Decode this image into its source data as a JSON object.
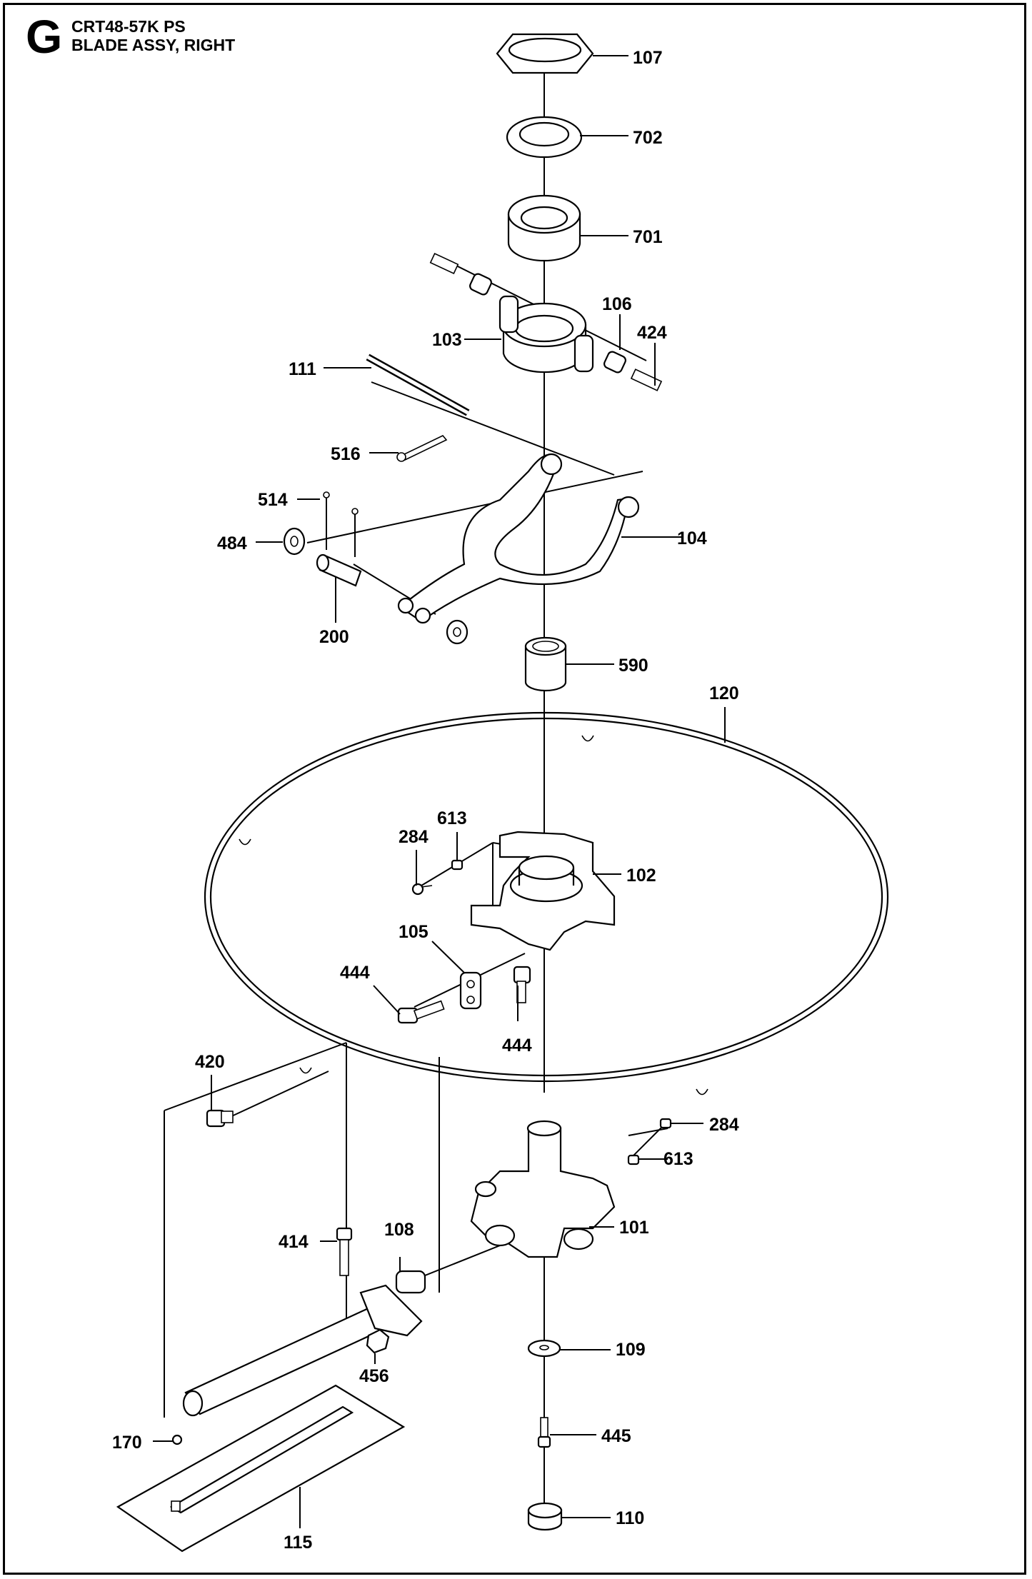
{
  "header": {
    "section_letter": "G",
    "model": "CRT48-57K PS",
    "assembly": "BLADE ASSY, RIGHT"
  },
  "parts": [
    {
      "key": "p107",
      "label": "107"
    },
    {
      "key": "p702",
      "label": "702"
    },
    {
      "key": "p701",
      "label": "701"
    },
    {
      "key": "p106",
      "label": "106"
    },
    {
      "key": "p424",
      "label": "424"
    },
    {
      "key": "p103",
      "label": "103"
    },
    {
      "key": "p111",
      "label": "111"
    },
    {
      "key": "p516",
      "label": "516"
    },
    {
      "key": "p514",
      "label": "514"
    },
    {
      "key": "p484",
      "label": "484"
    },
    {
      "key": "p104",
      "label": "104"
    },
    {
      "key": "p200",
      "label": "200"
    },
    {
      "key": "p590",
      "label": "590"
    },
    {
      "key": "p120",
      "label": "120"
    },
    {
      "key": "p613a",
      "label": "613"
    },
    {
      "key": "p284a",
      "label": "284"
    },
    {
      "key": "p102",
      "label": "102"
    },
    {
      "key": "p105",
      "label": "105"
    },
    {
      "key": "p444a",
      "label": "444"
    },
    {
      "key": "p444b",
      "label": "444"
    },
    {
      "key": "p420",
      "label": "420"
    },
    {
      "key": "p284b",
      "label": "284"
    },
    {
      "key": "p613b",
      "label": "613"
    },
    {
      "key": "p414",
      "label": "414"
    },
    {
      "key": "p108",
      "label": "108"
    },
    {
      "key": "p101",
      "label": "101"
    },
    {
      "key": "p456",
      "label": "456"
    },
    {
      "key": "p109",
      "label": "109"
    },
    {
      "key": "p170",
      "label": "170"
    },
    {
      "key": "p445",
      "label": "445"
    },
    {
      "key": "p115",
      "label": "115"
    },
    {
      "key": "p110",
      "label": "110"
    }
  ]
}
